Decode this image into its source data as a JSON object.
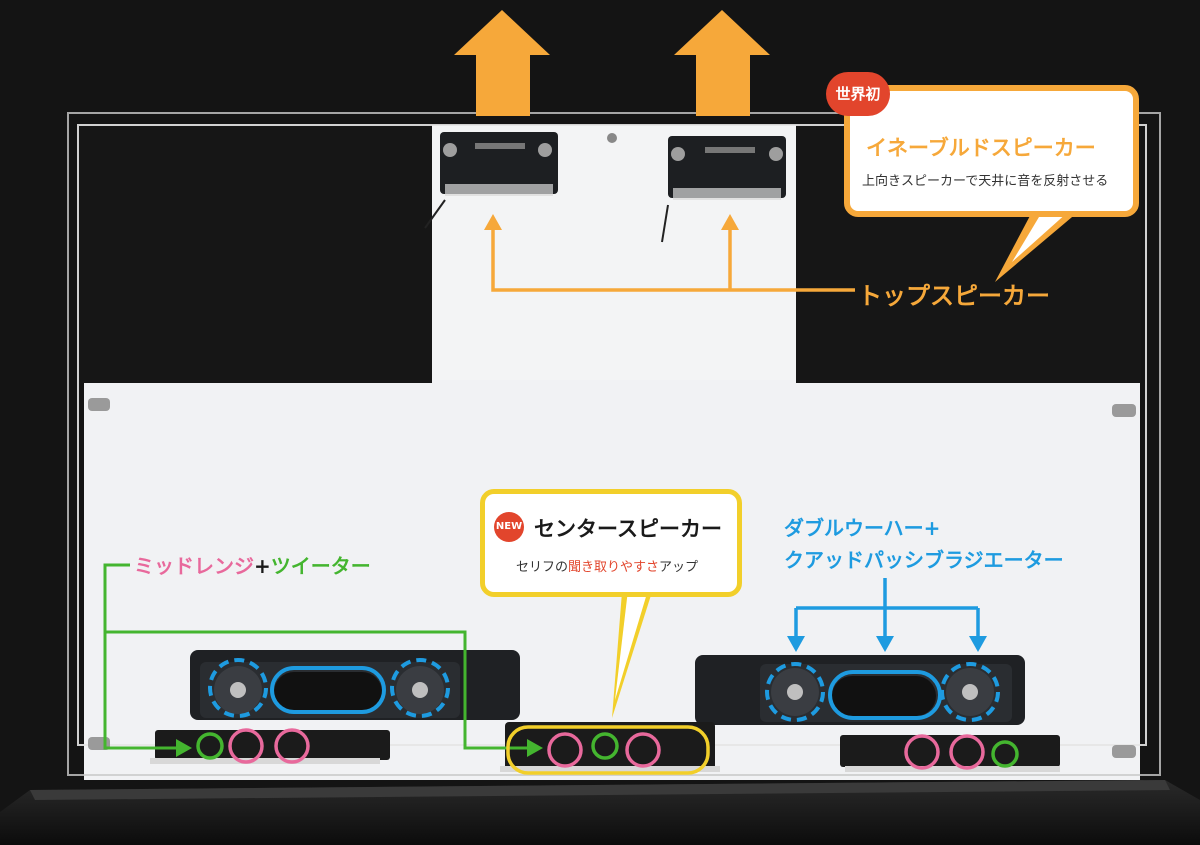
{
  "callouts": {
    "enabled": {
      "badge": "世界初",
      "title": "イネーブルドスピーカー",
      "subtitle": "上向きスピーカーで天井に音を反射させる"
    },
    "top": {
      "label": "トップスピーカー"
    },
    "center": {
      "badge": "NEW",
      "title": "センタースピーカー",
      "subtitle_pre": "セリフの",
      "subtitle_hl": "聞き取りやすさ",
      "subtitle_post": "アップ"
    },
    "midrange": {
      "mid": "ミッドレンジ",
      "plus": "+",
      "tweeter": "ツイーター"
    },
    "woofer": {
      "line1": "ダブルウーハー+",
      "line2": "クアッドパッシブラジエーター"
    }
  },
  "colors": {
    "orange": "#f6a83a",
    "yellow": "#f2cf2a",
    "green": "#44b52f",
    "pink": "#e8699c",
    "blue": "#1e9be0",
    "red": "#e2452c",
    "dark": "#141414",
    "panel": "#f3f4f5"
  },
  "icons": [
    "up-arrow-icon",
    "speaker-unit",
    "circle-marker",
    "dashed-circle-marker"
  ]
}
